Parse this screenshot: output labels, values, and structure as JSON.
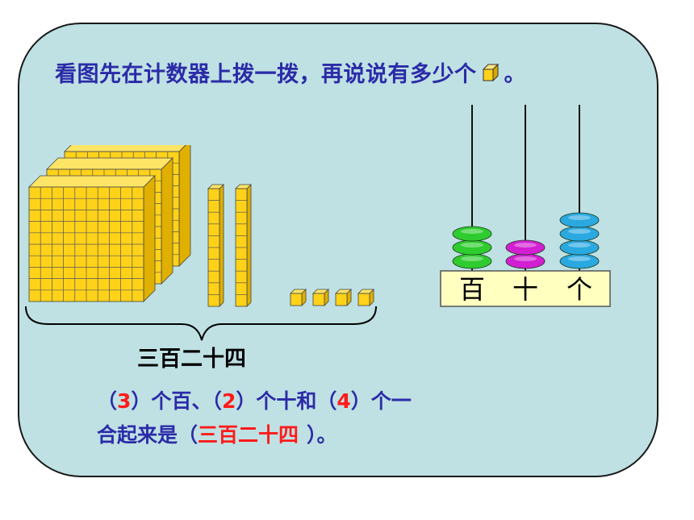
{
  "instruction": {
    "text": "看图先在计数器上拨一拨，再说说有多少个",
    "end_punct": "。",
    "cube_icon": "unit-cube-icon"
  },
  "blocks": {
    "hundreds": 3,
    "tens": 2,
    "ones": 4
  },
  "abacus": {
    "labels": [
      "百",
      "十",
      "个"
    ],
    "bead_counts": [
      3,
      2,
      4
    ],
    "bead_colors": [
      "#2fcc2f",
      "#d21fd2",
      "#2aa8e0"
    ]
  },
  "spoken": {
    "text": "三百二十四",
    "overlay": "二"
  },
  "answer": {
    "line1": {
      "open1": "（",
      "hundreds": "3",
      "mid1": "）个百、（",
      "tens": "2",
      "mid2": "）个十和（",
      "ones": "4",
      "close": "）个一"
    },
    "line2": {
      "prefix": "合起来是（",
      "result": "三百二十四",
      "suffix": "）。"
    }
  },
  "colors": {
    "panel": "#bfe1e3",
    "text_blue": "#2b2ba8",
    "answer_red": "#ff1a1a",
    "block_yellow": "#ffd21a"
  }
}
